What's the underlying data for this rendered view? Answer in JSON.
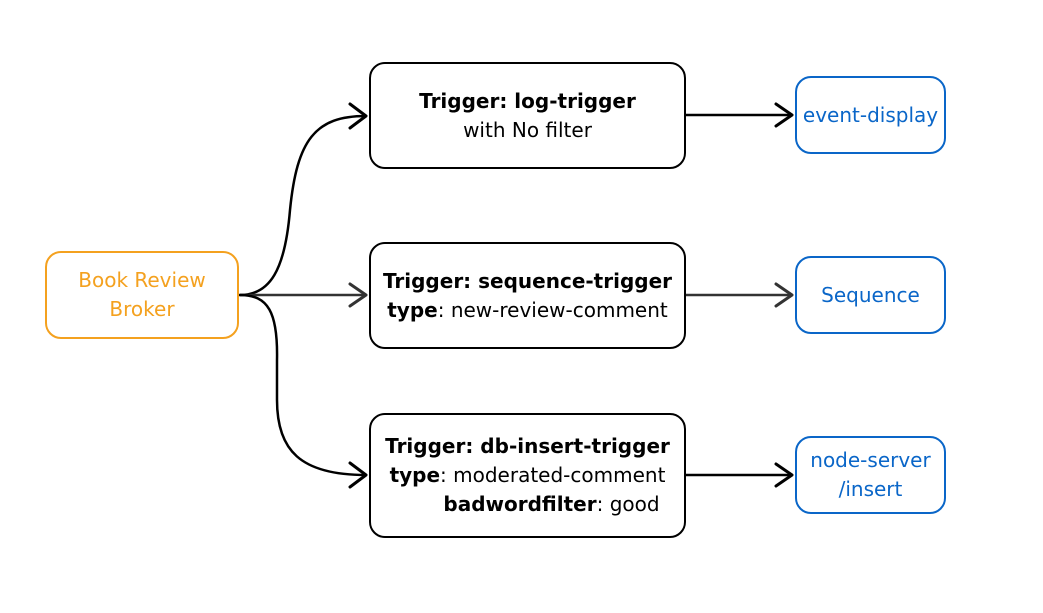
{
  "colors": {
    "broker": "#f4a11f",
    "trigger_border": "#000000",
    "sink": "#0a66c8",
    "arrow_dark": "#000000",
    "arrow_mid": "#333333"
  },
  "broker": {
    "line1": "Book Review",
    "line2": "Broker"
  },
  "triggers": [
    {
      "title": "Trigger: log-trigger",
      "detail": "with No filter"
    },
    {
      "title": "Trigger: sequence-trigger",
      "type_key": "type",
      "type_value": ": new-review-comment"
    },
    {
      "title": "Trigger: db-insert-trigger",
      "type_key": "type",
      "type_value": ": moderated-comment",
      "filter_key": "badwordfilter",
      "filter_value": ": good"
    }
  ],
  "sinks": [
    {
      "line1": "event-display"
    },
    {
      "line1": "Sequence"
    },
    {
      "line1": "node-server",
      "line2": "/insert"
    }
  ]
}
